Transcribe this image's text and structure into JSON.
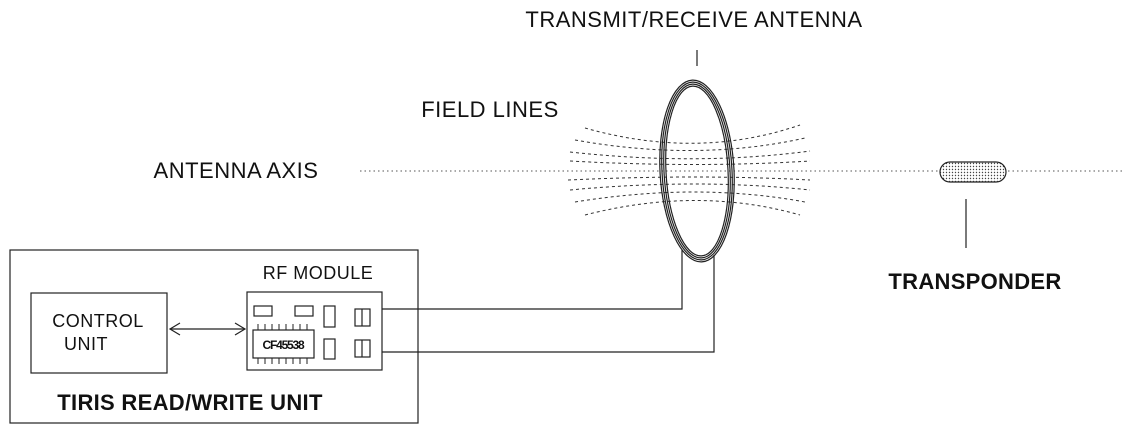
{
  "labels": {
    "antenna_title": "TRANSMIT/RECEIVE ANTENNA",
    "field_lines": "FIELD LINES",
    "antenna_axis": "ANTENNA AXIS",
    "transponder": "TRANSPONDER",
    "rf_module": "RF MODULE",
    "control_unit_line1": "CONTROL",
    "control_unit_line2": "UNIT",
    "chip_code": "CF45538",
    "unit_title": "TIRIS READ/WRITE UNIT"
  }
}
